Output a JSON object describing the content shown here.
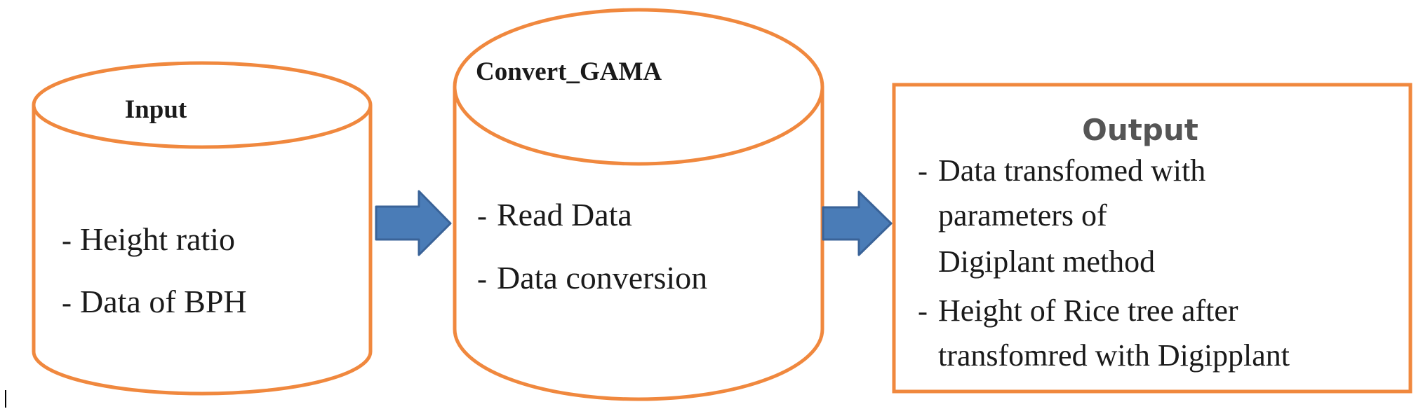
{
  "colors": {
    "shape_stroke": "#F0883E",
    "arrow_fill": "#4A7CB7",
    "arrow_stroke": "#3A6398",
    "output_title": "#555555"
  },
  "input": {
    "title": "Input",
    "items": [
      "Height ratio",
      "Data of BPH"
    ]
  },
  "convert": {
    "title": "Convert_GAMA",
    "items": [
      "Read Data",
      "Data conversion"
    ]
  },
  "output": {
    "title": "Output",
    "item1_lines": [
      "Data transfomed with",
      "parameters of",
      "Digiplant method"
    ],
    "item2_lines": [
      "Height of Rice tree after",
      "transfomred with Digipplant"
    ]
  },
  "bullet": "-"
}
